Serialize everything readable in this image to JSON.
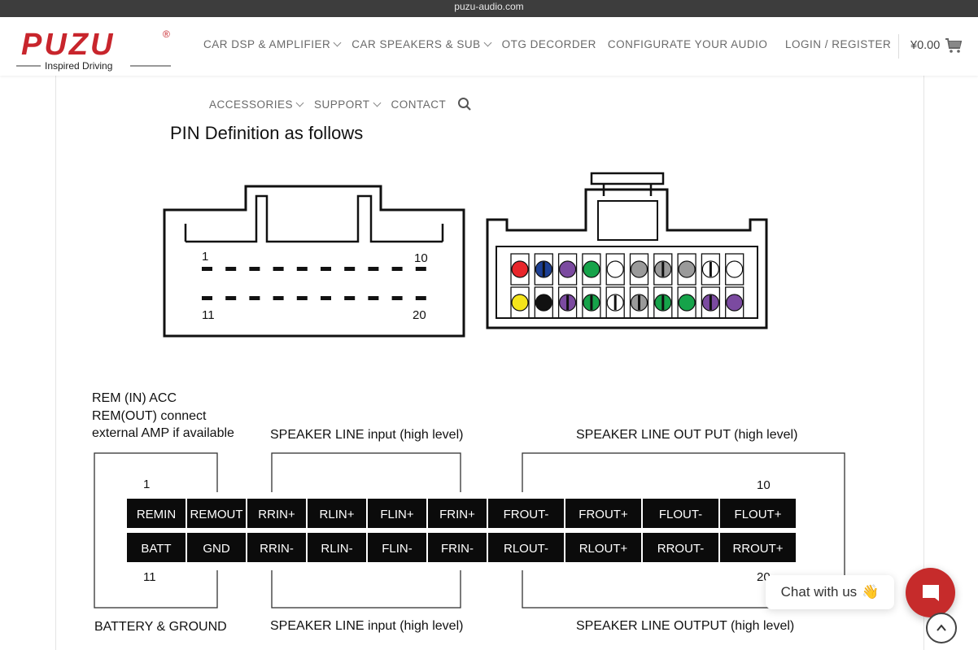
{
  "browser": {
    "url": "puzu-audio.com"
  },
  "brand": {
    "name": "PUZU",
    "registered": "®",
    "tagline": "Inspired Driving"
  },
  "nav": {
    "row1": [
      {
        "label": "CAR DSP & AMPLIFIER",
        "dropdown": true
      },
      {
        "label": "CAR SPEAKERS & SUB",
        "dropdown": true
      },
      {
        "label": "OTG DECORDER",
        "dropdown": false
      },
      {
        "label": "CONFIGURATE YOUR AUDIO",
        "dropdown": false
      }
    ],
    "row2": [
      {
        "label": "ACCESSORIES",
        "dropdown": true
      },
      {
        "label": "SUPPORT",
        "dropdown": true
      },
      {
        "label": "CONTACT",
        "dropdown": false
      }
    ],
    "login": "LOGIN / REGISTER",
    "cart_total": "¥0.00",
    "icons": [
      "search-icon",
      "cart-icon"
    ]
  },
  "diagram": {
    "title": "PIN Definition as follows",
    "connector_left": {
      "pin_1": "1",
      "pin_10": "10",
      "pin_11": "11",
      "pin_20": "20"
    },
    "wire_colors": {
      "top": [
        "red",
        "blue-stripe",
        "purple",
        "green",
        "white",
        "gray",
        "gray-stripe",
        "gray",
        "white-stripe",
        "white"
      ],
      "bottom": [
        "yellow",
        "black",
        "purple-stripe",
        "green-stripe",
        "white-stripe",
        "gray-stripe",
        "green-stripe",
        "green",
        "purple-stripe",
        "purple"
      ]
    },
    "label_rem": [
      "REM (IN) ACC",
      "REM(OUT) connect",
      "external AMP if available"
    ],
    "label_speaker_in_top": "SPEAKER LINE input (high level)",
    "label_speaker_out_top": "SPEAKER LINE OUT PUT (high level)",
    "label_battery": "BATTERY & GROUND",
    "label_speaker_in_bottom": "SPEAKER LINE input (high level)",
    "label_speaker_out_bottom": "SPEAKER LINE OUTPUT (high level)",
    "pin_numbers": {
      "p1": "1",
      "p10": "10",
      "p11": "11",
      "p20": "20"
    },
    "pins_top": [
      "REMIN",
      "REMOUT",
      "RRIN+",
      "RLIN+",
      "FLIN+",
      "FRIN+",
      "FROUT-",
      "FROUT+",
      "FLOUT-",
      "FLOUT+"
    ],
    "pins_bottom": [
      "BATT",
      "GND",
      "RRIN-",
      "RLIN-",
      "FLIN-",
      "FRIN-",
      "RLOUT-",
      "RLOUT+",
      "RROUT-",
      "RROUT+"
    ]
  },
  "chat": {
    "label": "Chat with us",
    "emoji": "👋"
  },
  "colors": {
    "brand_red": "#c8252c",
    "red": "#e8262b",
    "blue": "#1c3f94",
    "purple": "#7b4aa0",
    "green": "#16a34a",
    "white": "#ffffff",
    "gray": "#9a9a9a",
    "yellow": "#f5e51b",
    "black": "#111111"
  }
}
